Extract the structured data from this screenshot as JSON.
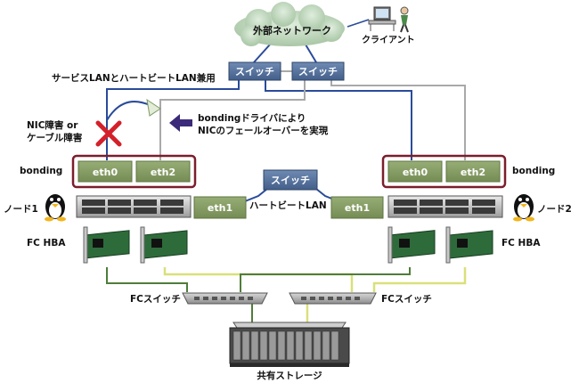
{
  "external_network": {
    "label": "外部ネットワーク"
  },
  "client": {
    "label": "クライアント"
  },
  "switches": {
    "service_left": "スイッチ",
    "service_right": "スイッチ",
    "heartbeat": "スイッチ"
  },
  "service_lan_label": "サービスLANとハートビートLAN兼用",
  "failure_label": {
    "line1": "NIC障害 or",
    "line2": "ケーブル障害"
  },
  "bonding_note": {
    "line1": "bondingドライバにより",
    "line2": "NICのフェールオーバーを実現"
  },
  "bonding_left": "bonding",
  "bonding_right": "bonding",
  "node1": {
    "name": "ノード1",
    "eth0": "eth0",
    "eth2": "eth2",
    "eth1": "eth1",
    "hba": "FC HBA"
  },
  "node2": {
    "name": "ノード2",
    "eth0": "eth0",
    "eth2": "eth2",
    "eth1": "eth1",
    "hba": "FC HBA"
  },
  "heartbeat_lan_label": "ハートビートLAN",
  "fc_switch_left": "FCスイッチ",
  "fc_switch_right": "FCスイッチ",
  "storage": {
    "label": "共有ストレージ"
  },
  "colors": {
    "switch": "#54709a",
    "eth": "#849a63",
    "bonding_border": "#7b1d2c",
    "cloud": "#c2d8c0",
    "blue_cable": "#2a4b9b",
    "gray_cable": "#a9a9a9",
    "yellow_cable": "#d9e07a",
    "green_cable": "#4f7d3a",
    "fail_x": "#d4202a",
    "arrow": "#3b2a7a"
  }
}
